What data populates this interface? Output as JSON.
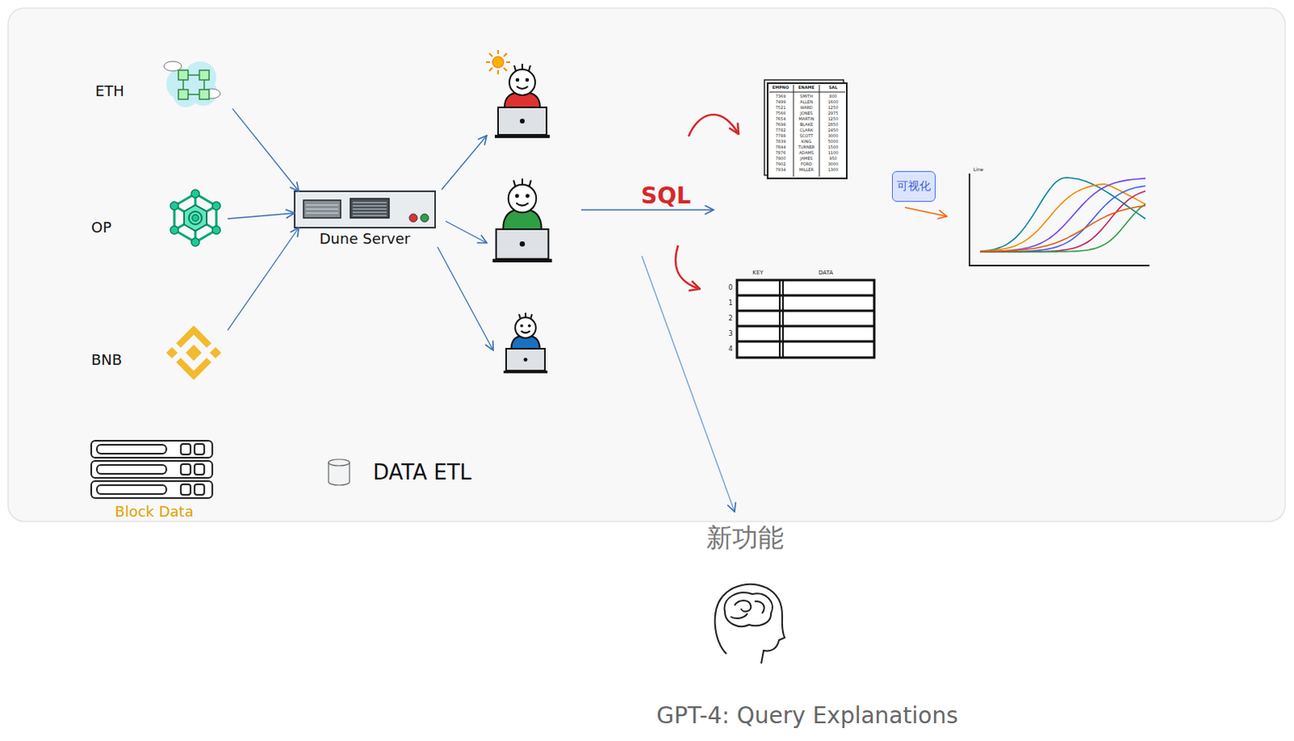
{
  "diagram": {
    "nodes": [
      {
        "text": [
          "ETH"
        ]
      },
      {
        "text": [
          "OP"
        ]
      },
      {
        "text": [
          "BNB"
        ]
      },
      {
        "text": [
          "Dune Server"
        ]
      },
      {
        "text": [
          "可视化"
        ]
      }
    ],
    "edges": [
      {
        "from": 0,
        "to": 3,
        "arrow": "to"
      },
      {
        "from": 1,
        "to": 3,
        "arrow": "to"
      },
      {
        "from": 2,
        "to": 3,
        "arrow": "to"
      }
    ],
    "labels": [
      "SQL",
      "新功能",
      "GPT-4: Query Explanations",
      "DATA ETL",
      "Block Data",
      "Line",
      "KEY",
      "DATA",
      "0",
      "1",
      "2",
      "3",
      "4",
      "EMPNO",
      "ENAME",
      "SAL",
      "7369",
      "SMITH",
      "800",
      "7499",
      "ALLEN",
      "1600",
      "7521",
      "WARD",
      "1250",
      "7566",
      "JONES",
      "2975",
      "7654",
      "MARTIN",
      "1250",
      "7698",
      "BLAKE",
      "2850",
      "7782",
      "CLARK",
      "2450",
      "7788",
      "SCOTT",
      "3000",
      "7839",
      "KING",
      "5000",
      "7844",
      "TURNER",
      "1500",
      "7876",
      "ADAMS",
      "1100",
      "7900",
      "JAMES",
      "950",
      "7902",
      "FORD",
      "3000",
      "7934",
      "MILLER",
      "1300"
    ]
  }
}
